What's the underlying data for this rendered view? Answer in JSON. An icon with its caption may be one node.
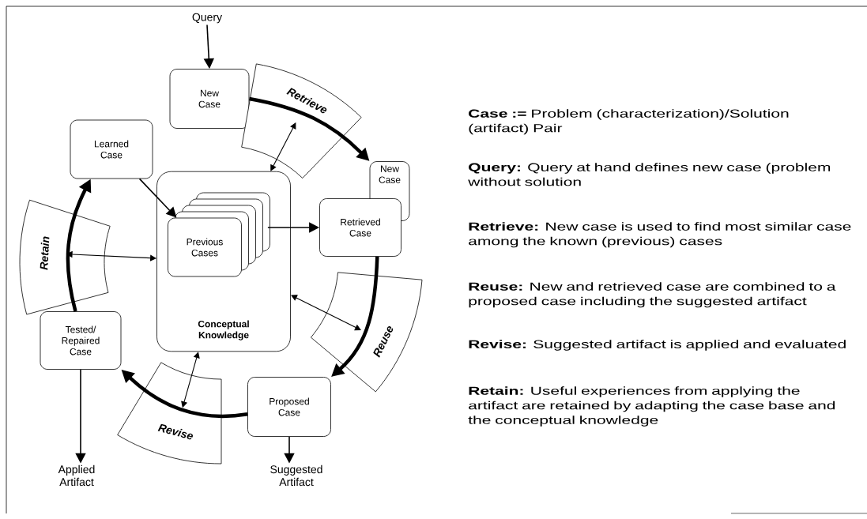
{
  "diagram": {
    "nodes": [
      {
        "text": [
          "Query"
        ]
      },
      {
        "text": [
          "New Case"
        ]
      },
      {
        "text": [
          "Learned Case"
        ]
      },
      {
        "text": [
          "Conceptual Knowledge"
        ]
      },
      {
        "text": [
          "Previous Cases"
        ],
        "in": 3
      },
      {
        "text": [
          "New Case"
        ]
      },
      {
        "text": [
          "Retrieved Case"
        ]
      },
      {
        "text": [
          "Retrieve"
        ]
      },
      {
        "text": [
          "Retain"
        ]
      },
      {
        "text": [
          "Reuse"
        ]
      },
      {
        "text": [
          "Revise"
        ]
      },
      {
        "text": [
          "Tested/ Repaired Case"
        ]
      },
      {
        "text": [
          "Proposed Case"
        ]
      },
      {
        "text": [
          "Applied Artifact"
        ]
      },
      {
        "text": [
          "Suggested Artifact"
        ]
      }
    ],
    "edges": [
      {
        "from": 0,
        "to": 1,
        "arrow": "to"
      },
      {
        "from": 1,
        "to": 5,
        "arrow": "to",
        "style": "thick"
      },
      {
        "from": 7,
        "to": 3,
        "arrow": "both"
      },
      {
        "from": 2,
        "to": 4,
        "arrow": "to"
      },
      {
        "from": 4,
        "to": 6,
        "arrow": "to"
      },
      {
        "from": 6,
        "to": 12,
        "arrow": "to",
        "style": "thick"
      },
      {
        "from": 9,
        "to": 3,
        "arrow": "both"
      },
      {
        "from": 12,
        "to": 11,
        "arrow": "to",
        "style": "thick"
      },
      {
        "from": 10,
        "to": 3,
        "arrow": "both"
      },
      {
        "from": 11,
        "to": 2,
        "arrow": "to",
        "style": "thick"
      },
      {
        "from": 8,
        "to": 3,
        "arrow": "both"
      },
      {
        "from": 11,
        "to": 13,
        "arrow": "to"
      },
      {
        "from": 12,
        "to": 14,
        "arrow": "to"
      }
    ],
    "labels": [
      "**Case :=** Problem (characterization)/Solution (artifact) Pair",
      "**Query:** Query at hand defines new case (problem without solution",
      "**Retrieve:** New case is used to find most similar case among the known (previous) cases",
      "**Reuse:** New and retrieved case are combined to a proposed case including the suggested artifact",
      "**Revise:** Suggested artifact is applied and evaluated",
      "**Retain:** Useful experiences from applying the artifact are retained by adapting the case base and the conceptual knowledge"
    ]
  }
}
